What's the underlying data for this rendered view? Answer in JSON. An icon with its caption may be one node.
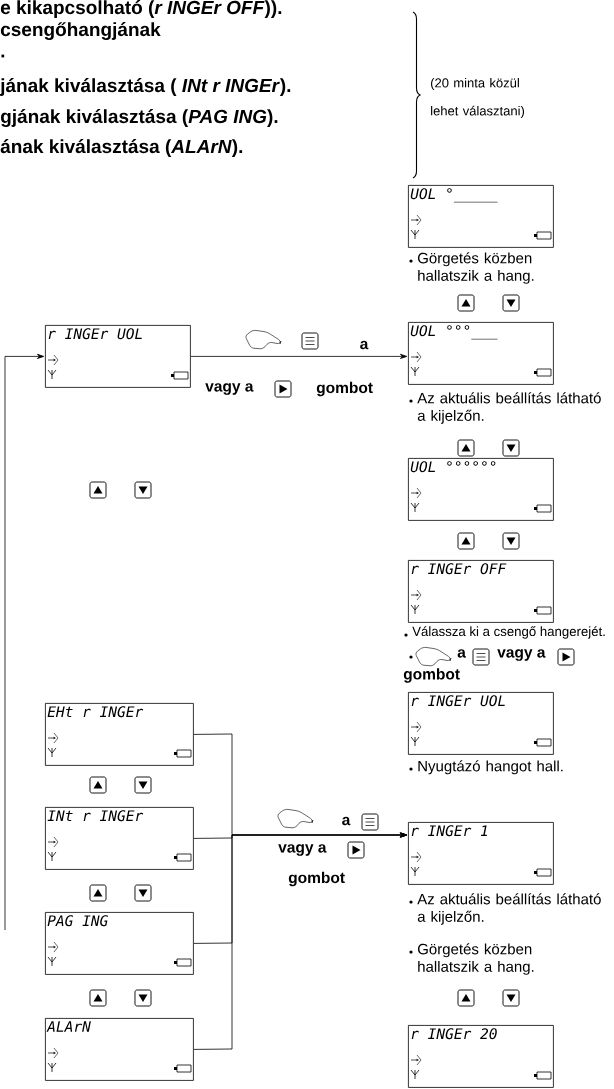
{
  "diagram": {
    "nodes": [
      {
        "text": [
          "r INGEr UOL"
        ]
      },
      {
        "text": [
          "UOL °_____"
        ],
        "beside": [
          "Görgetés közben hallatszik a hang."
        ]
      },
      {
        "text": [
          "UOL °°°___"
        ],
        "beside": [
          "Az aktuális beállítás látható a kijelzőn."
        ]
      },
      {
        "text": [
          "UOL °°°°°°"
        ]
      },
      {
        "text": [
          "r INGEr OFF"
        ],
        "beside": [
          "Válassza ki a csengő hangerejét.",
          "a",
          "vagy a",
          "gombot"
        ]
      },
      {
        "text": [
          "r INGEr UOL"
        ],
        "beside": [
          "Nyugtázó hangot hall."
        ]
      },
      {
        "text": [
          "r INGEr 1"
        ],
        "beside": [
          "Az aktuális beállítás látható a kijelzőn.",
          "Görgetés közben hallatszik a hang."
        ]
      },
      {
        "text": [
          "r INGEr 20"
        ]
      },
      {
        "text": [
          "EHt r INGEr"
        ]
      },
      {
        "text": [
          "INt r INGEr"
        ]
      },
      {
        "text": [
          "PAG ING"
        ]
      },
      {
        "text": [
          "ALArN"
        ]
      }
    ],
    "edges": [
      {
        "from": null,
        "to": 0,
        "arrow": "to"
      },
      {
        "from": 0,
        "to": 2,
        "arrow": "to",
        "label": "a"
      },
      {
        "from": 8,
        "to": 6,
        "arrow": "to",
        "label": "a"
      },
      {
        "from": 9,
        "to": 6,
        "arrow": "to"
      },
      {
        "from": 10,
        "to": 6,
        "arrow": "to"
      },
      {
        "from": 11,
        "to": 6,
        "arrow": "to"
      }
    ],
    "labels": [
      "e kikapcsolható (*r INGEr OFF*)).",
      "csengőhangjának",
      ".",
      "jának kiválasztása ( *INt r INGEr*).",
      "gjának kiválasztása (*PAG ING*).",
      "ának kiválasztása (*ALArN*).",
      "(20 minta közül lehet választani)",
      "vagy a",
      "gombot",
      "vagy a",
      "gombot"
    ]
  }
}
